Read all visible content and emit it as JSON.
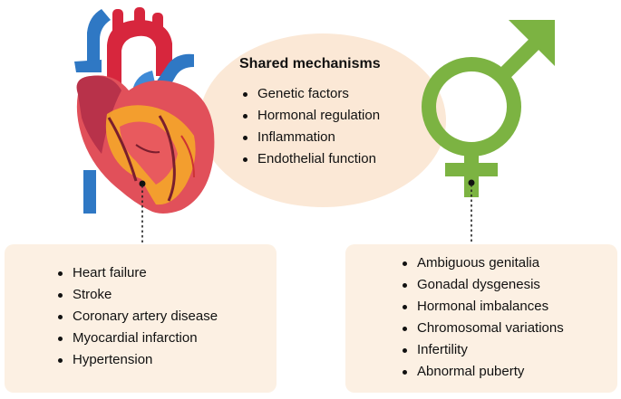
{
  "center": {
    "title": "Shared mechanisms",
    "items": [
      "Genetic factors",
      "Hormonal regulation",
      "Inflammation",
      "Endothelial function"
    ]
  },
  "left_box": {
    "items": [
      "Heart failure",
      "Stroke",
      "Coronary artery disease",
      "Myocardial infarction",
      "Hypertension"
    ]
  },
  "right_box": {
    "items": [
      "Ambiguous genitalia",
      "Gonadal dysgenesis",
      "Hormonal imbalances",
      "Chromosomal variations",
      "Infertility",
      "Abnormal puberty"
    ]
  },
  "icons": {
    "left": "heart-icon",
    "right": "male-female-symbol-icon"
  },
  "colors": {
    "box_fill": "#fcf0e3",
    "center_ellipse": "#fbe8d6",
    "symbol_green": "#7cb342",
    "heart_red": "#d7263d",
    "heart_blue": "#2f78c4",
    "heart_muscle": "#e1505a",
    "heart_orange": "#f4a52a"
  }
}
